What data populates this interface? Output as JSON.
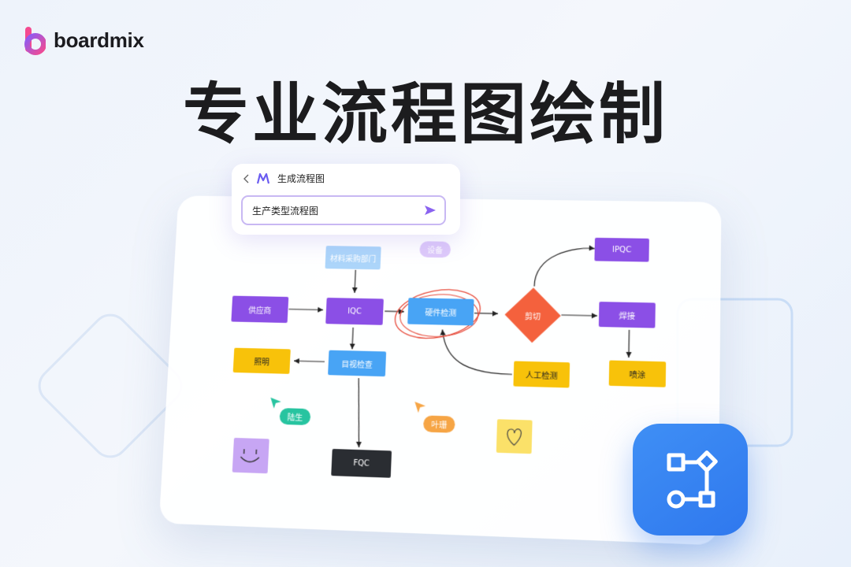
{
  "brand": {
    "name": "boardmix",
    "accent": "#f44a90"
  },
  "headline": "专业流程图绘制",
  "ai_panel": {
    "title": "生成流程图",
    "input_value": "生产类型流程图",
    "back_icon": "chevron-left-icon",
    "send_icon": "send-icon"
  },
  "flowchart": {
    "nodes": {
      "materials": "材料采购部门",
      "supplier": "供应商",
      "iqc": "IQC",
      "hardware": "硬件检测",
      "cut": "剪切",
      "ipqc": "IPQC",
      "weld": "焊接",
      "lighting": "照明",
      "visual": "目视检查",
      "manual": "人工检测",
      "spray": "喷涂",
      "fqc": "FQC"
    },
    "faded_tag": "设备"
  },
  "collaborators": [
    {
      "name": "陆生",
      "color": "#27c4a0"
    },
    {
      "name": "叶珊",
      "color": "#f6a545"
    }
  ],
  "colors": {
    "purple": "#8b4fe6",
    "blue": "#48a4f5",
    "yellow": "#f8c20a",
    "orange_diamond": "#f4613d",
    "dark": "#2a2d32",
    "icon_blue": "#3f8ff5"
  },
  "feature_icon": "flowchart-icon"
}
